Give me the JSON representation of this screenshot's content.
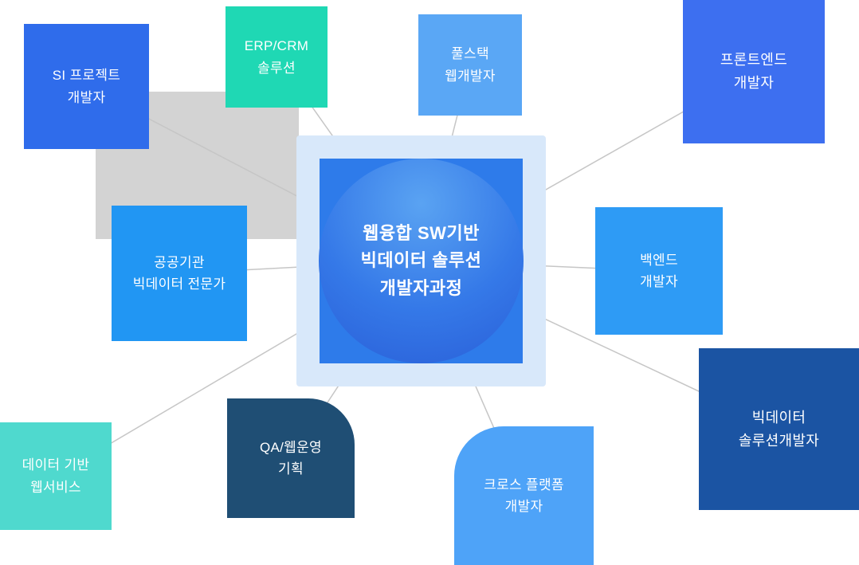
{
  "diagram": {
    "center": {
      "title": "웹융합 SW기반\n빅데이터 솔루션\n개발자과정"
    },
    "nodes": [
      {
        "id": "si-project-developer",
        "label": "SI 프로젝트\n개발자",
        "color": "#2f6ceb"
      },
      {
        "id": "erp-crm-solution",
        "label": "ERP/CRM\n솔루션",
        "color": "#1fd8b4"
      },
      {
        "id": "fullstack-web-developer",
        "label": "풀스택\n웹개발자",
        "color": "#5aa7f5"
      },
      {
        "id": "frontend-developer",
        "label": "프론트엔드\n개발자",
        "color": "#3d6ff0"
      },
      {
        "id": "backend-developer",
        "label": "백엔드\n개발자",
        "color": "#2e9bf5"
      },
      {
        "id": "bigdata-solution-developer",
        "label": "빅데이터\n솔루션개발자",
        "color": "#1b54a3"
      },
      {
        "id": "cross-platform-developer",
        "label": "크로스 플랫폼\n개발자",
        "color": "#4ea3f8"
      },
      {
        "id": "qa-web-operation-planning",
        "label": "QA/웹운영\n기획",
        "color": "#1f4e74"
      },
      {
        "id": "data-based-web-service",
        "label": "데이터 기반\n웹서비스",
        "color": "#4fd9ce"
      },
      {
        "id": "public-bigdata-expert",
        "label": "공공기관\n빅데이터 전문가",
        "color": "#2196f3"
      }
    ],
    "colors": {
      "panel": "#d8e8fa",
      "inner_square": "#2e7bea",
      "circle_gradient_top": "#5aa3f2",
      "circle_gradient_bottom": "#2a5fd8",
      "connector": "#c6c6c6",
      "backdrop": "#d3d3d3",
      "text": "#ffffff"
    }
  }
}
